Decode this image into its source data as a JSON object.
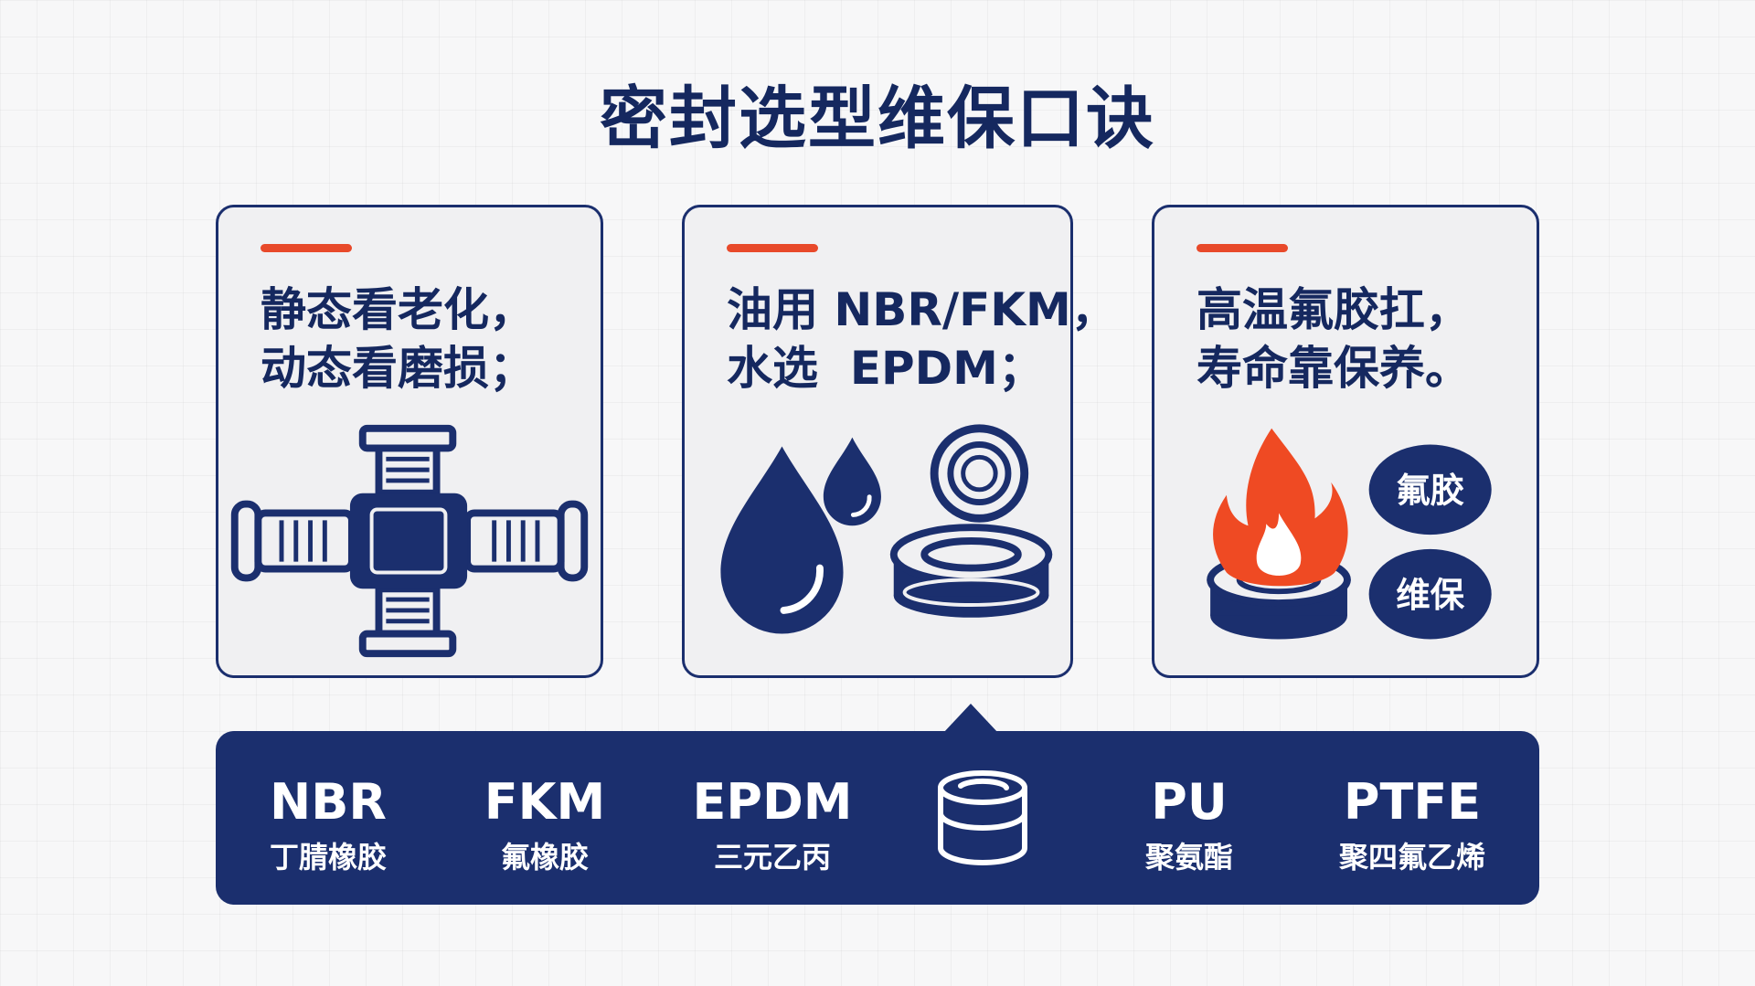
{
  "page": {
    "title": "密封选型维保口诀"
  },
  "cards": [
    {
      "lines": [
        "静态看老化，",
        "动态看磨损；"
      ],
      "icon": "pipe-cross-fitting-icon"
    },
    {
      "lines": [
        "油用 NBR/FKM，",
        "水选  EPDM；"
      ],
      "icon": "droplets-and-seal-rings-icon"
    },
    {
      "lines": [
        "高温氟胶扛，",
        "寿命靠保养。"
      ],
      "icon": "flame-on-seal-icon",
      "badges": [
        "氟胶",
        "维保"
      ]
    }
  ],
  "materials": [
    {
      "code": "NBR",
      "name": "丁腈橡胶"
    },
    {
      "code": "FKM",
      "name": "氟橡胶"
    },
    {
      "code": "EPDM",
      "name": "三元乙丙"
    },
    {
      "code": "PU",
      "name": "聚氨酯"
    },
    {
      "code": "PTFE",
      "name": "聚四氟乙烯"
    }
  ],
  "band_icon": "seal-ring-stack-icon",
  "colors": {
    "navy": "#1b2f6e",
    "title": "#15285f",
    "accent": "#e8492a",
    "flame": "#ef4a23",
    "card_bg": "#f0f0f2"
  }
}
